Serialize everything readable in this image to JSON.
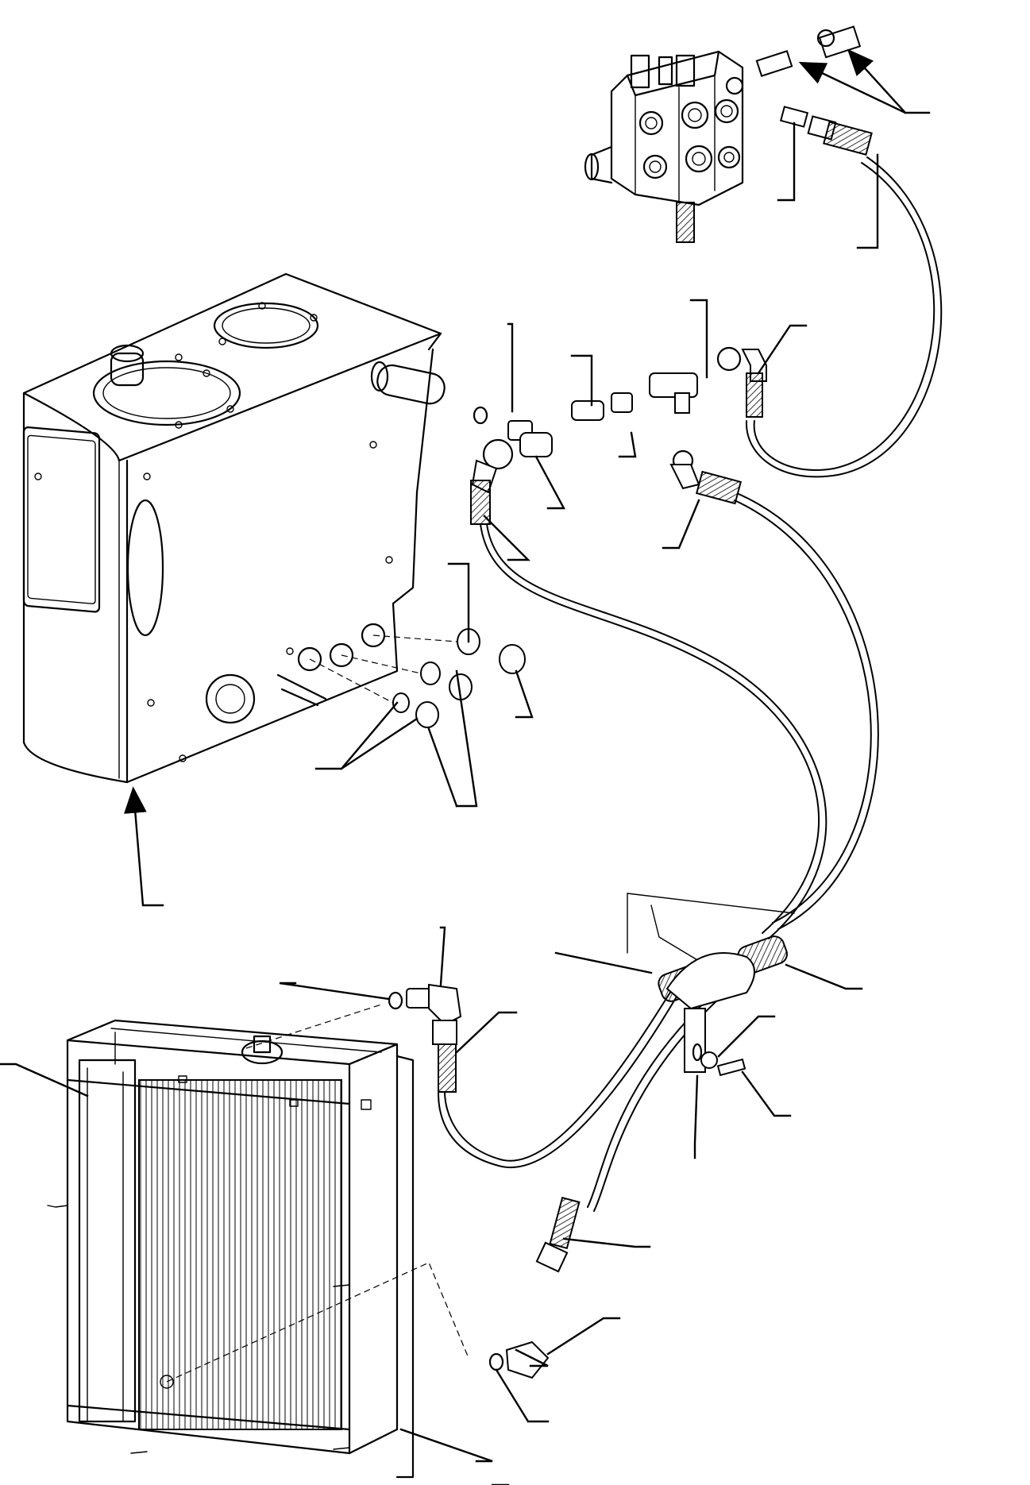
{
  "drawing": {
    "type": "exploded parts diagram",
    "components": [
      "control-valve",
      "hydraulic-tank",
      "oil-cooler-radiator",
      "hose-clamp-bracket",
      "return-hoses",
      "fittings"
    ],
    "callout_count": 22,
    "colors": {
      "line": "#000000",
      "background": "#ffffff"
    }
  }
}
